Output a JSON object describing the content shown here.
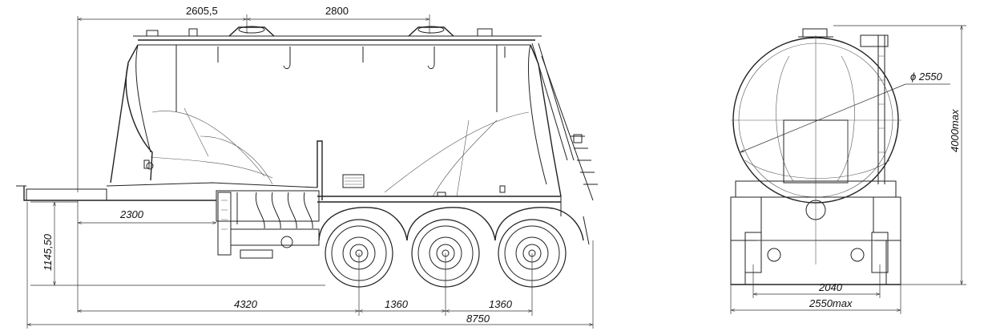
{
  "drawing": {
    "side_view": {
      "dims": {
        "top_left": "2605,5",
        "top_right": "2800",
        "kingpin_to_support": "2300",
        "coupling_height": "1145,50",
        "kingpin_to_axle1": "4320",
        "axle_spacing_1": "1360",
        "axle_spacing_2": "1360",
        "overall_length": "8750"
      }
    },
    "rear_view": {
      "dims": {
        "tank_diameter": "ϕ 2550",
        "height_max": "4000max",
        "track": "2040",
        "width_max": "2550max"
      }
    }
  }
}
